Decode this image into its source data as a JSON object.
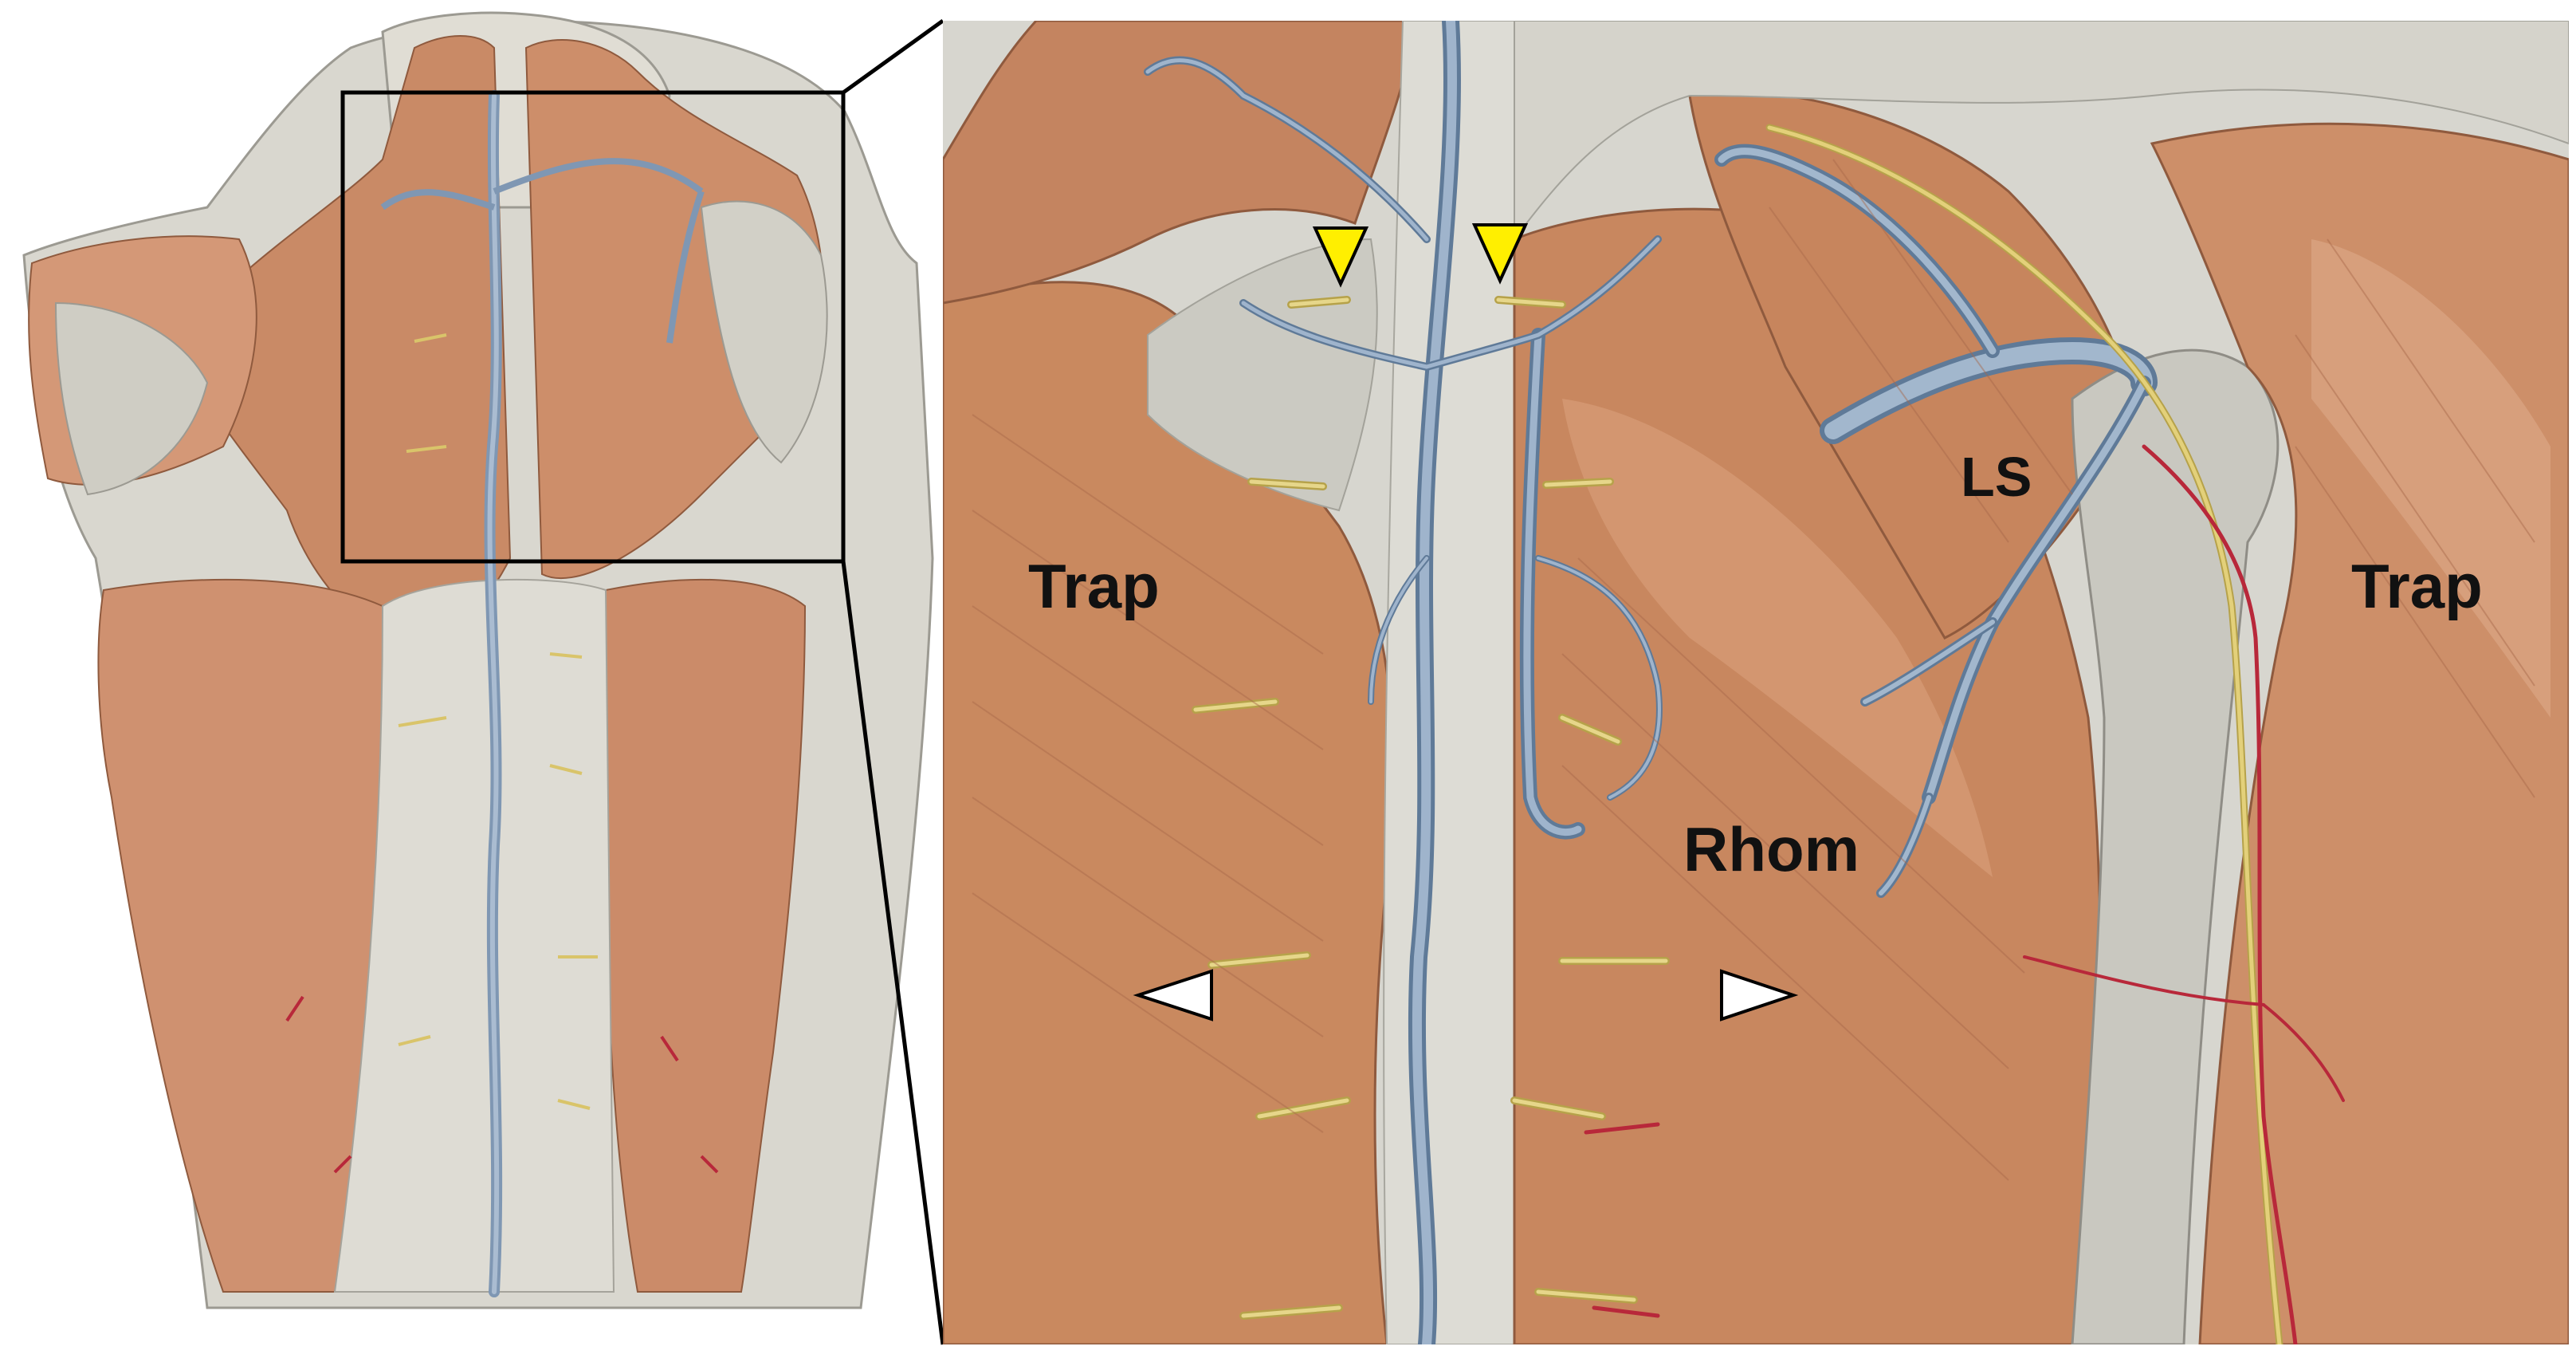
{
  "labels": {
    "trap_left": "Trap",
    "trap_right": "Trap",
    "ls": "LS",
    "rhom": "Rhom"
  },
  "colors": {
    "muscle": "#c98a66",
    "muscle_light": "#e2b08f",
    "muscle_dark": "#a8684a",
    "fascia": "#d7d6cf",
    "fascia_dark": "#a9a8a0",
    "vein": "#8fa6c0",
    "vein_outline": "#5f7a98",
    "nerve": "#d9c46a",
    "artery": "#b8283a",
    "marker_yellow": "#ffef00",
    "marker_white": "#ffffff",
    "frame": "#000000"
  },
  "markers": {
    "yellow_arrowheads": 2,
    "white_arrowheads": 2
  }
}
